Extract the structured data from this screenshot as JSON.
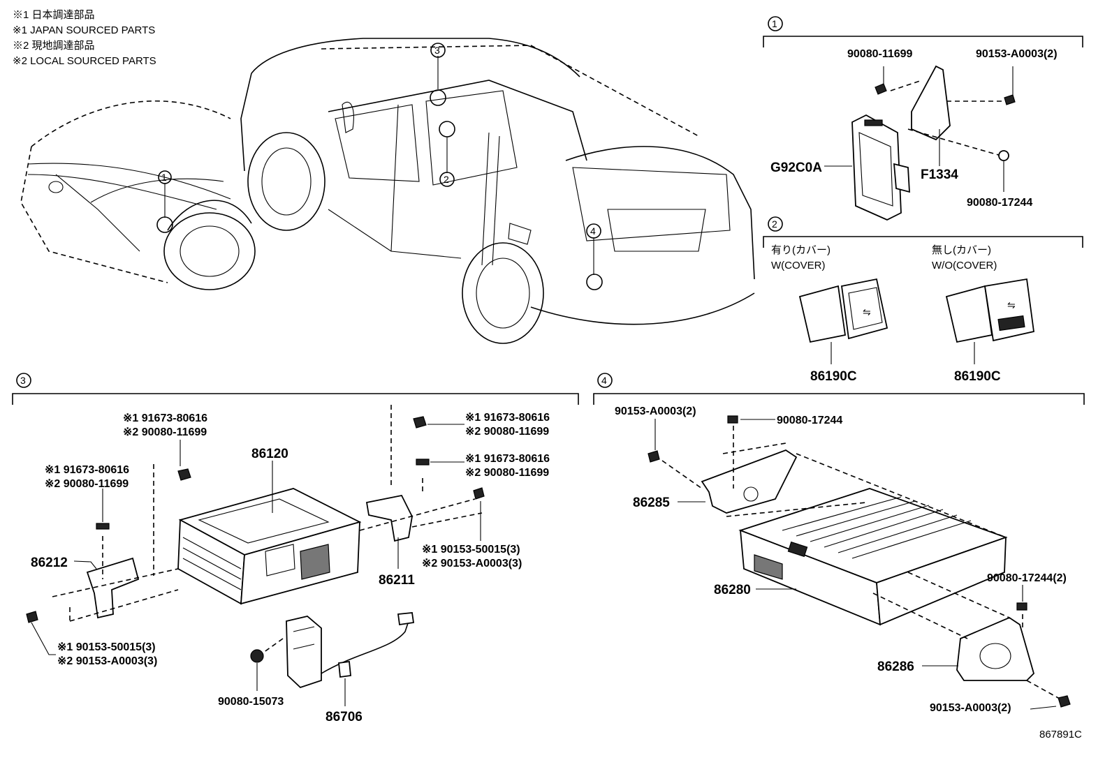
{
  "notes": [
    "※1 日本調達部品",
    "※1 JAPAN SOURCED PARTS",
    "※2 現地調達部品",
    "※2 LOCAL SOURCED PARTS"
  ],
  "location_markers": [
    "1",
    "2",
    "3",
    "4"
  ],
  "section1": {
    "number": "1",
    "labels": {
      "screw_a": "90080-11699",
      "screw_b": "90153-A0003(2)",
      "unit": "G92C0A",
      "bracket": "F1334",
      "nut": "90080-17244"
    }
  },
  "section2": {
    "number": "2",
    "variant_a": {
      "jp": "有り(カバー)",
      "en": "W(COVER)",
      "part": "86190C"
    },
    "variant_b": {
      "jp": "無し(カバー)",
      "en": "W/O(COVER)",
      "part": "86190C"
    }
  },
  "section3": {
    "number": "3",
    "labels": {
      "unit": "86120",
      "bracket_left": "86212",
      "bracket_right": "86211",
      "wire": "86706",
      "nut": "90080-15073",
      "bolt_top_1": "※1 91673-80616",
      "bolt_top_2": "※2 90080-11699",
      "bolt_left_1": "※1 91673-80616",
      "bolt_left_2": "※2 90080-11699",
      "bolt_right_top_1": "※1 91673-80616",
      "bolt_right_top_2": "※2 90080-11699",
      "bolt_right_mid_1": "※1 91673-80616",
      "bolt_right_mid_2": "※2 90080-11699",
      "screw_right_1": "※1 90153-50015(3)",
      "screw_right_2": "※2 90153-A0003(3)",
      "screw_left_1": "※1 90153-50015(3)",
      "screw_left_2": "※2 90153-A0003(3)"
    }
  },
  "section4": {
    "number": "4",
    "labels": {
      "screw_top": "90153-A0003(2)",
      "nut_top": "90080-17244",
      "bracket_top": "86285",
      "unit": "86280",
      "nut_right": "90080-17244(2)",
      "bracket_bottom": "86286",
      "screw_bottom": "90153-A0003(2)"
    }
  },
  "diagram_code": "867891C"
}
